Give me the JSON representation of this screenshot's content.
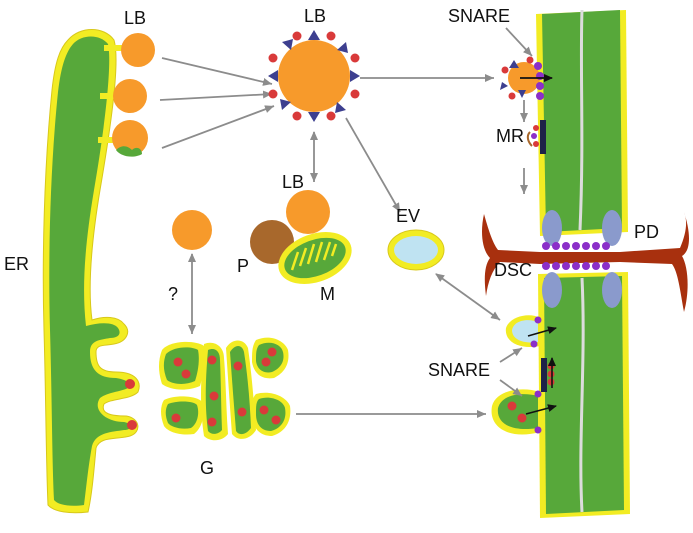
{
  "labels": {
    "lb_top_left": "LB",
    "lb_top_center": "LB",
    "lb_middle": "LB",
    "snare_top": "SNARE",
    "mr": "MR",
    "ev": "EV",
    "pd": "PD",
    "dsc": "DSC",
    "er": "ER",
    "p": "P",
    "m": "M",
    "question": "?",
    "snare_bottom": "SNARE",
    "g": "G"
  },
  "colors": {
    "green": "#57A83A",
    "yellow": "#F2EC23",
    "orange": "#F79A2B",
    "red": "#D93A3A",
    "purple": "#8B2FC9",
    "navy": "#3D3F8F",
    "brown": "#A8682C",
    "light_blue": "#BFE3F2",
    "pd_brown": "#A8300E",
    "desmosome": "#8A9ACC",
    "arrow": "#8C8C8C"
  }
}
